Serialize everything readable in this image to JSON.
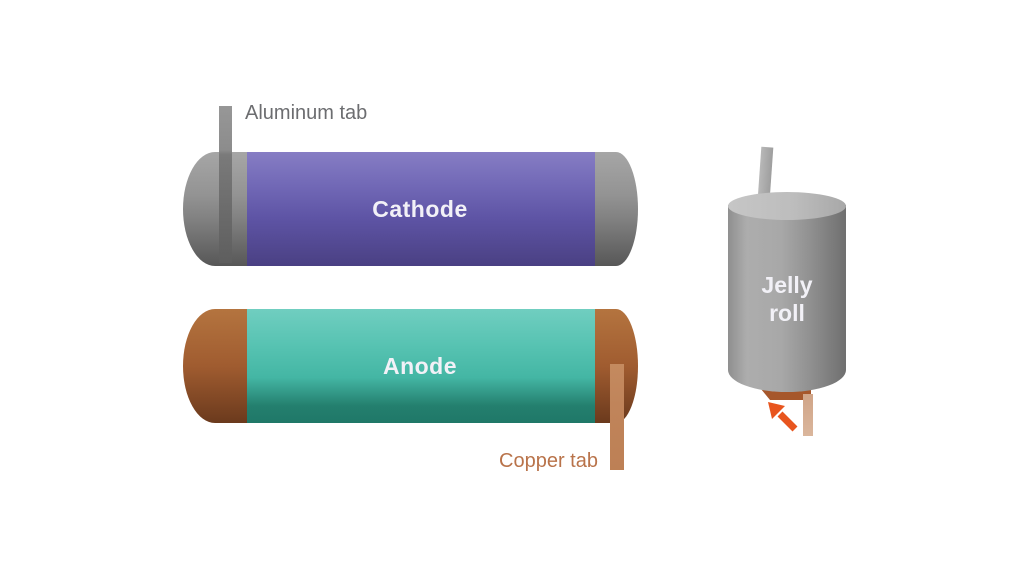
{
  "diagram": {
    "background_color": "#ffffff",
    "cathode": {
      "label": "Cathode",
      "tab_label": "Aluminum tab",
      "body_color_top": "#867dc4",
      "body_color_bottom": "#4a4083",
      "cap_color": "#939393",
      "tab_color": "#8c8c8c",
      "tab_label_color": "#6c6d70",
      "label_color": "#f2f1f7"
    },
    "anode": {
      "label": "Anode",
      "tab_label": "Copper tab",
      "body_color_top": "#70cec0",
      "body_color_bottom": "#1f7868",
      "cap_color": "#a05c30",
      "tab_color": "#c0845a",
      "tab_label_color": "#b9734a",
      "label_color": "#f2f1f7"
    },
    "jelly_roll": {
      "label_line1": "Jelly",
      "label_line2": "roll",
      "body_color": "#a3a3a3",
      "top_cap_color": "#bdbdbd",
      "top_tab_color": "#a9a9a9",
      "bottom_connector_color": "#a6572b",
      "bottom_tab_color": "#d9b49a",
      "arrow_icon": "up-left-arrow",
      "arrow_color": "#e8551e",
      "label_color": "#f2f1f7"
    }
  }
}
